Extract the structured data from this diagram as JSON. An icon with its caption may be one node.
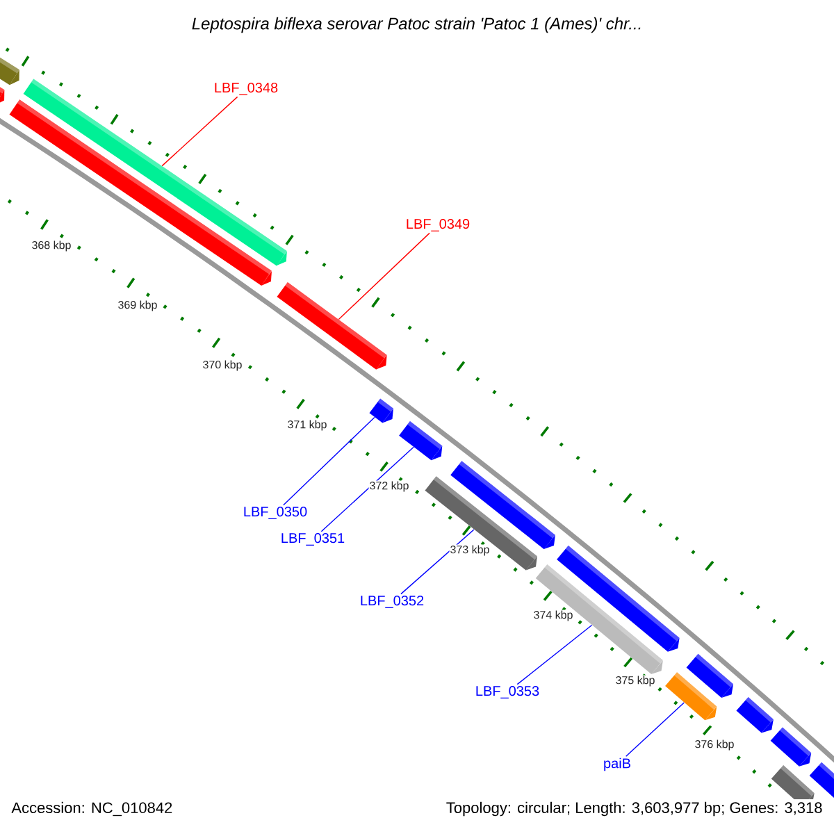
{
  "diagram": {
    "title": "Leptospira biflexa serovar Patoc strain 'Patoc 1 (Ames)' chr...",
    "nodes": [
      {
        "text": [],
        "shape": "bar"
      },
      {
        "text": [
          "LBF_0348"
        ]
      },
      {
        "text": [],
        "shape": "bar"
      },
      {
        "text": [],
        "shape": "bar"
      },
      {
        "text": [],
        "shape": "bar"
      },
      {
        "text": [
          "LBF_0349"
        ]
      },
      {
        "text": [],
        "shape": "bar"
      },
      {
        "text": [],
        "shape": "bar"
      },
      {
        "text": [],
        "shape": "bar"
      },
      {
        "text": [
          "LBF_0350"
        ]
      },
      {
        "text": [],
        "shape": "bar"
      },
      {
        "text": [],
        "shape": "bar"
      },
      {
        "text": [
          "LBF_0351"
        ]
      },
      {
        "text": [],
        "shape": "bar"
      },
      {
        "text": [],
        "shape": "bar"
      },
      {
        "text": [
          "LBF_0352"
        ]
      },
      {
        "text": [],
        "shape": "bar"
      },
      {
        "text": [],
        "shape": "bar"
      },
      {
        "text": [
          "LBF_0353"
        ]
      },
      {
        "text": [],
        "shape": "bar"
      },
      {
        "text": [],
        "shape": "bar"
      },
      {
        "text": [
          "paiB"
        ]
      },
      {
        "text": [],
        "shape": "bar"
      },
      {
        "text": [],
        "shape": "bar"
      }
    ],
    "edges": [
      {
        "from": 1,
        "to": 3,
        "arrow": "none",
        "color": "#ff0000"
      },
      {
        "from": 5,
        "to": 6,
        "arrow": "none",
        "color": "#ff0000"
      },
      {
        "from": 9,
        "to": 7,
        "arrow": "none"
      },
      {
        "from": 12,
        "to": 8,
        "arrow": "none"
      },
      {
        "from": 15,
        "to": 11,
        "arrow": "none"
      },
      {
        "from": 18,
        "to": 14,
        "arrow": "none"
      },
      {
        "from": 21,
        "to": 17,
        "arrow": "none"
      }
    ],
    "labels": [
      "368 kbp",
      "369 kbp",
      "370 kbp",
      "371 kbp",
      "372 kbp",
      "373 kbp",
      "374 kbp",
      "375 kbp",
      "376 kbp",
      "Accession: NC_010842",
      "Topology: circular; Length: 3,603,977 bp; Genes: 3,318"
    ]
  }
}
